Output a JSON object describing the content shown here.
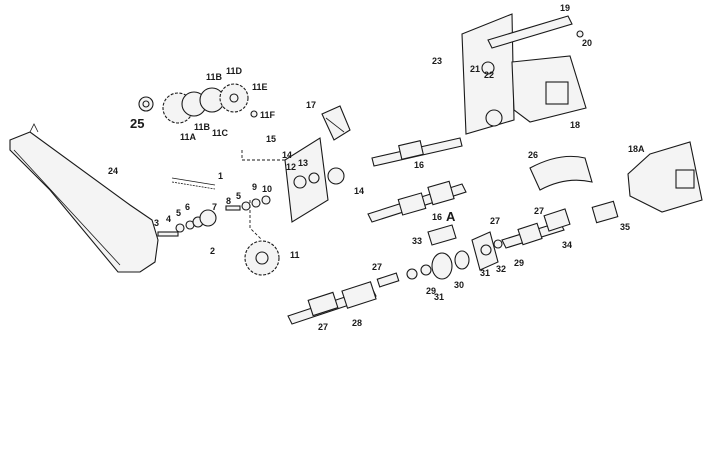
{
  "labels": {
    "l1": "1",
    "l2": "2",
    "l3": "3",
    "l4": "4",
    "l5a": "5",
    "l5b": "5",
    "l6": "6",
    "l7": "7",
    "l8": "8",
    "l9": "9",
    "l10": "10",
    "l11": "11",
    "l11a": "11A",
    "l11b_top": "11B",
    "l11b_bot": "11B",
    "l11c": "11C",
    "l11d": "11D",
    "l11e": "11E",
    "l11f": "11F",
    "l12": "12",
    "l13": "13",
    "l14a": "14",
    "l14b": "14",
    "l15": "15",
    "l16": "16",
    "l16a": "16",
    "l16a_letter": "A",
    "l17": "17",
    "l18": "18",
    "l18a": "18A",
    "l19": "19",
    "l20": "20",
    "l21": "21",
    "l22": "22",
    "l23": "23",
    "l24": "24",
    "l25": "25",
    "l26": "26",
    "l27a": "27",
    "l27b": "27",
    "l27c": "27",
    "l27d": "27",
    "l28": "28",
    "l29a": "29",
    "l29b": "29",
    "l30": "30",
    "l31a": "31",
    "l31b": "31",
    "l32": "32",
    "l33": "33",
    "l34": "34",
    "l35": "35"
  }
}
